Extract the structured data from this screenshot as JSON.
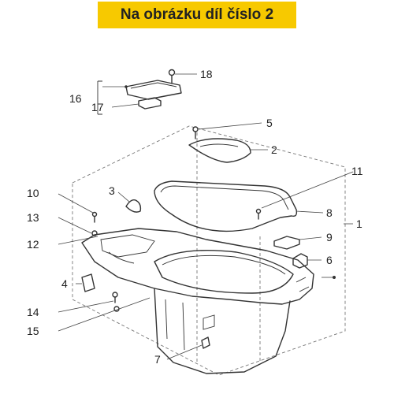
{
  "banner": {
    "text": "Na obrázku díl číslo 2"
  },
  "callouts": [
    {
      "id": "18",
      "text": "18"
    },
    {
      "id": "16",
      "text": "16"
    },
    {
      "id": "17",
      "text": "17"
    },
    {
      "id": "5",
      "text": "5"
    },
    {
      "id": "2",
      "text": "2"
    },
    {
      "id": "11",
      "text": "11"
    },
    {
      "id": "3",
      "text": "3"
    },
    {
      "id": "8",
      "text": "8"
    },
    {
      "id": "10",
      "text": "10"
    },
    {
      "id": "1",
      "text": "1"
    },
    {
      "id": "13",
      "text": "13"
    },
    {
      "id": "9",
      "text": "9"
    },
    {
      "id": "12",
      "text": "12"
    },
    {
      "id": "6",
      "text": "6"
    },
    {
      "id": "4",
      "text": "4"
    },
    {
      "id": "14",
      "text": "14"
    },
    {
      "id": "15",
      "text": "15"
    },
    {
      "id": "7",
      "text": "7"
    }
  ],
  "colors": {
    "banner": "#f7c900",
    "line": "#333333"
  }
}
